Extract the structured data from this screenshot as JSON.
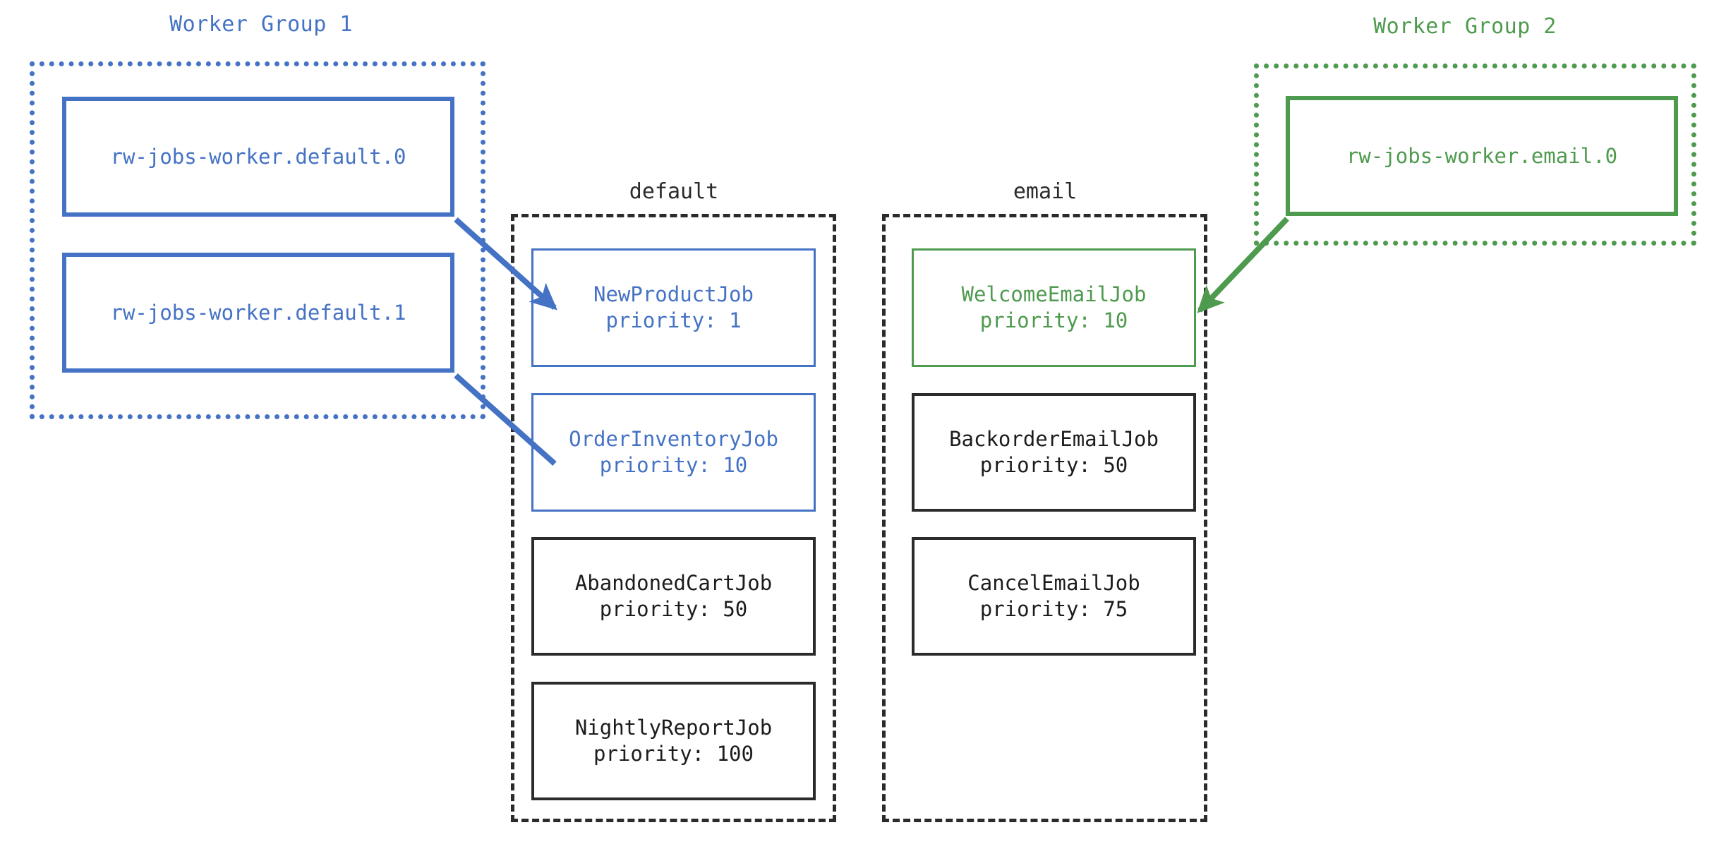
{
  "diagram": {
    "title_left": "Worker Group 1",
    "title_right": "Worker Group 2",
    "accent_blue": "#4472c4",
    "accent_green": "#4e9a4e",
    "ink": "#2b2b2b",
    "background": "#ffffff"
  },
  "worker_groups": [
    {
      "label": "Worker Group 1",
      "color": "#4472c4",
      "workers": [
        {
          "name": "rw-jobs-worker.default.0"
        },
        {
          "name": "rw-jobs-worker.default.1"
        }
      ]
    },
    {
      "label": "Worker Group 2",
      "color": "#4e9a4e",
      "workers": [
        {
          "name": "rw-jobs-worker.email.0"
        }
      ]
    }
  ],
  "queues": [
    {
      "name": "default",
      "jobs": [
        {
          "name": "NewProductJob",
          "priority_label": "priority: 1",
          "priority": 1,
          "highlight": "blue"
        },
        {
          "name": "OrderInventoryJob",
          "priority_label": "priority: 10",
          "priority": 10,
          "highlight": "blue"
        },
        {
          "name": "AbandonedCartJob",
          "priority_label": "priority: 50",
          "priority": 50,
          "highlight": "none"
        },
        {
          "name": "NightlyReportJob",
          "priority_label": "priority: 100",
          "priority": 100,
          "highlight": "none"
        }
      ]
    },
    {
      "name": "email",
      "jobs": [
        {
          "name": "WelcomeEmailJob",
          "priority_label": "priority: 10",
          "priority": 10,
          "highlight": "green"
        },
        {
          "name": "BackorderEmailJob",
          "priority_label": "priority: 50",
          "priority": 50,
          "highlight": "none"
        },
        {
          "name": "CancelEmailJob",
          "priority_label": "priority: 75",
          "priority": 75,
          "highlight": "none"
        }
      ]
    }
  ],
  "connections": [
    {
      "from": "rw-jobs-worker.default.0",
      "to": "NewProductJob",
      "color": "#4472c4"
    },
    {
      "from": "rw-jobs-worker.default.1",
      "to": "OrderInventoryJob",
      "color": "#4472c4"
    },
    {
      "from": "rw-jobs-worker.email.0",
      "to": "WelcomeEmailJob",
      "color": "#4e9a4e"
    }
  ]
}
